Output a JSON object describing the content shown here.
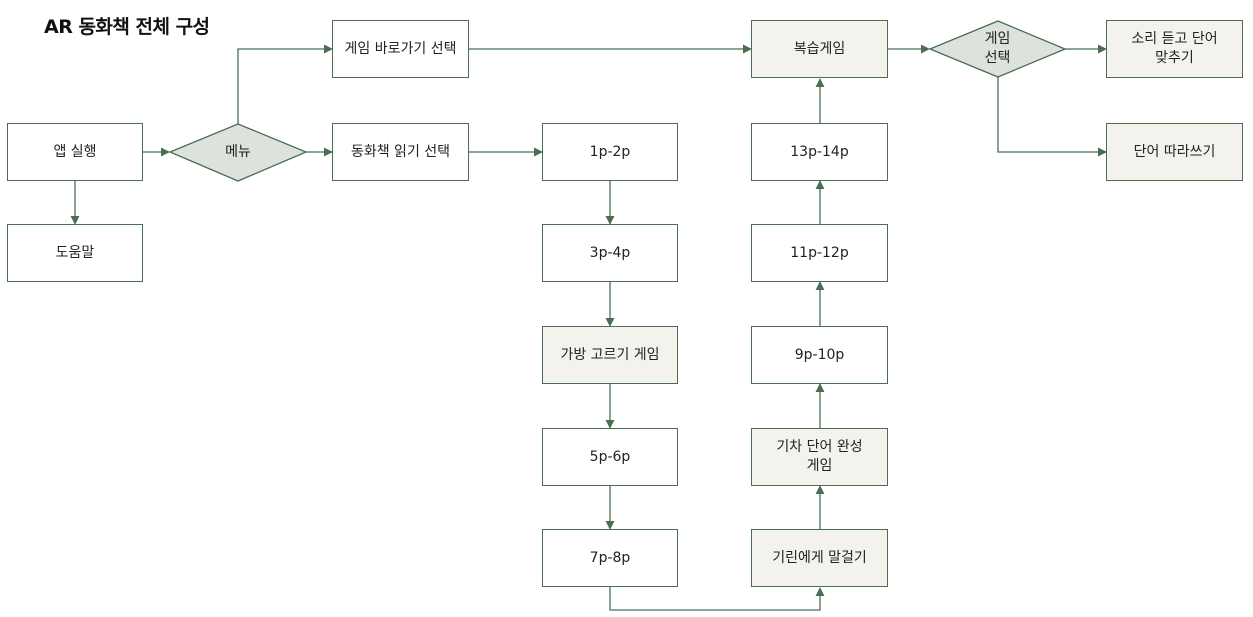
{
  "title": "AR 동화책 전체 구성",
  "colors": {
    "stroke": "#4a6e53",
    "game_fill": "#f4f2ec",
    "decision_fill": "#dde2dc"
  },
  "nodes": {
    "app_launch": "앱 실행",
    "help": "도움말",
    "menu": "메뉴",
    "game_shortcut": "게임 바로가기 선택",
    "read_story": "동화책 읽기 선택",
    "p1_2": "1p-2p",
    "p3_4": "3p-4p",
    "bag_game": "가방 고르기 게임",
    "p5_6": "5p-6p",
    "p7_8": "7p-8p",
    "giraffe": "기린에게 말걸기",
    "train_game": "기차 단어 완성\n게임",
    "p9_10": "9p-10p",
    "p11_12": "11p-12p",
    "p13_14": "13p-14p",
    "review_game": "복습게임",
    "game_select": "게임\n선택",
    "listen_match": "소리 듣고 단어\n맞추기",
    "trace_words": "단어 따라쓰기"
  }
}
